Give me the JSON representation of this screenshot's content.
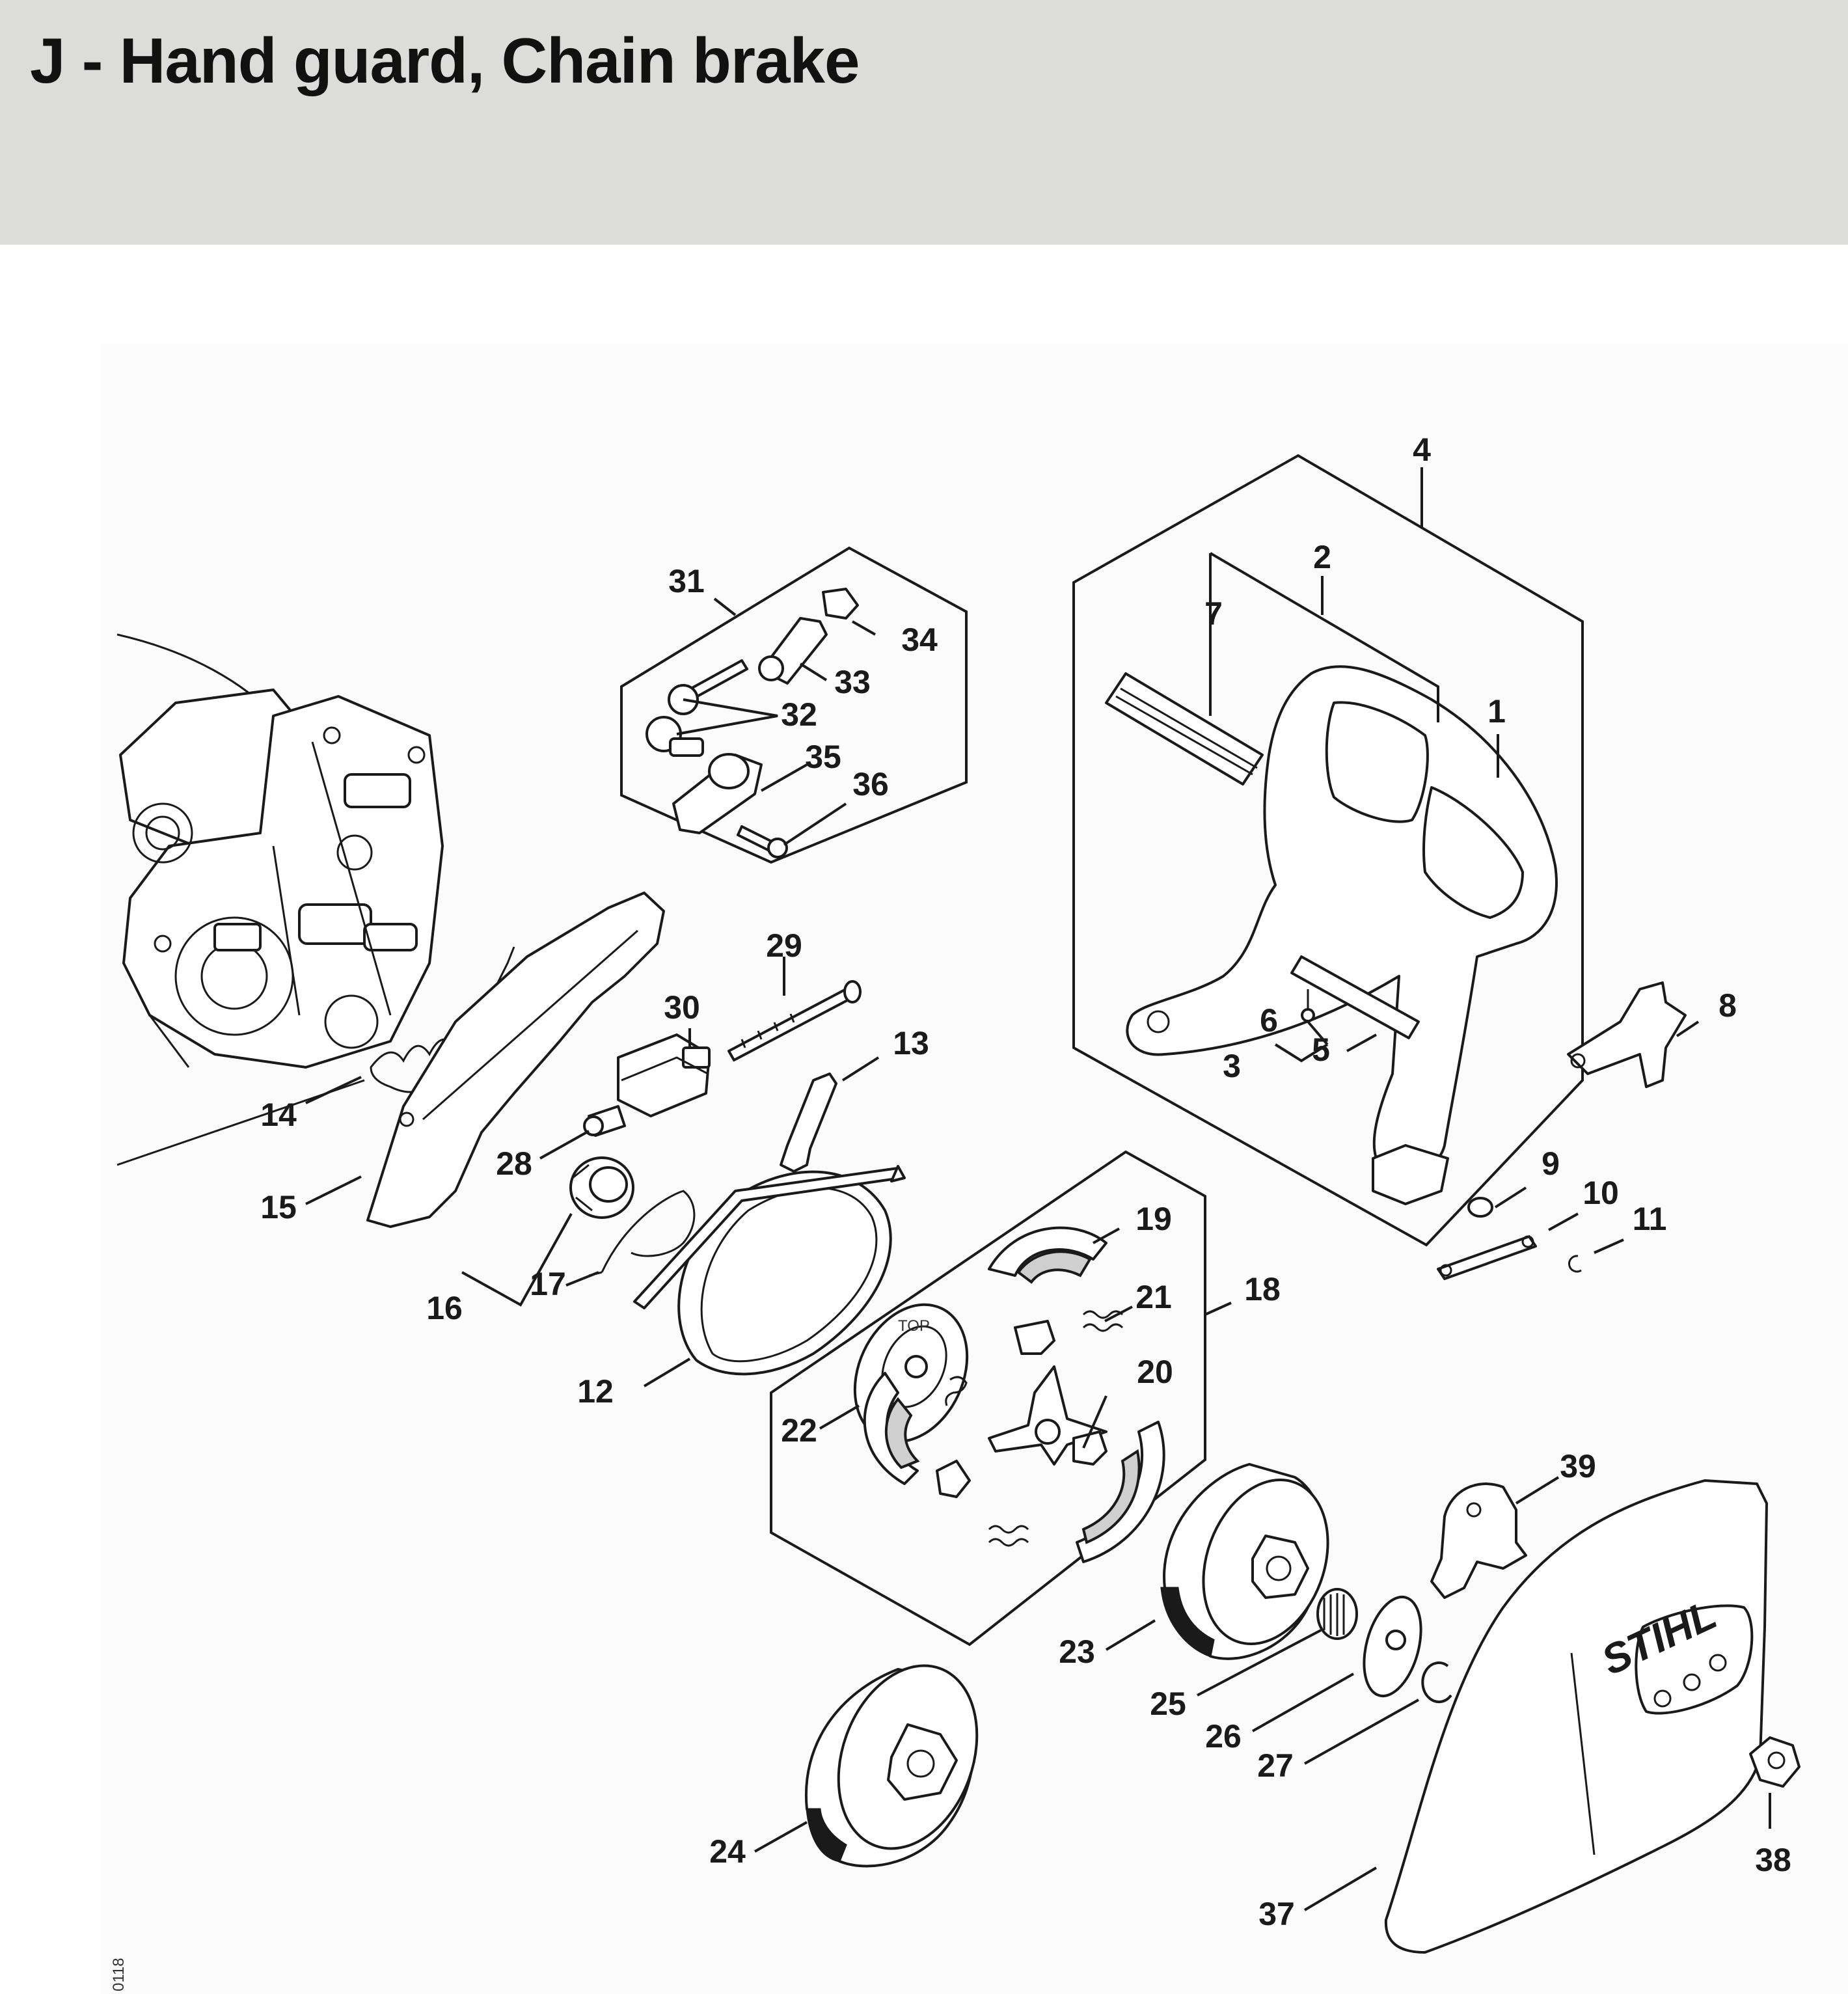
{
  "title": "J - Hand guard, Chain brake",
  "diagram": {
    "image_code": "0118",
    "brand_text": "STIHL",
    "clutch_drum_marking": "TOP",
    "callouts": [
      "1",
      "2",
      "3",
      "4",
      "5",
      "6",
      "7",
      "8",
      "9",
      "10",
      "11",
      "12",
      "13",
      "14",
      "15",
      "16",
      "17",
      "18",
      "19",
      "20",
      "21",
      "22",
      "23",
      "24",
      "25",
      "26",
      "27",
      "28",
      "29",
      "30",
      "31",
      "32",
      "33",
      "34",
      "35",
      "36",
      "37",
      "38",
      "39"
    ]
  }
}
